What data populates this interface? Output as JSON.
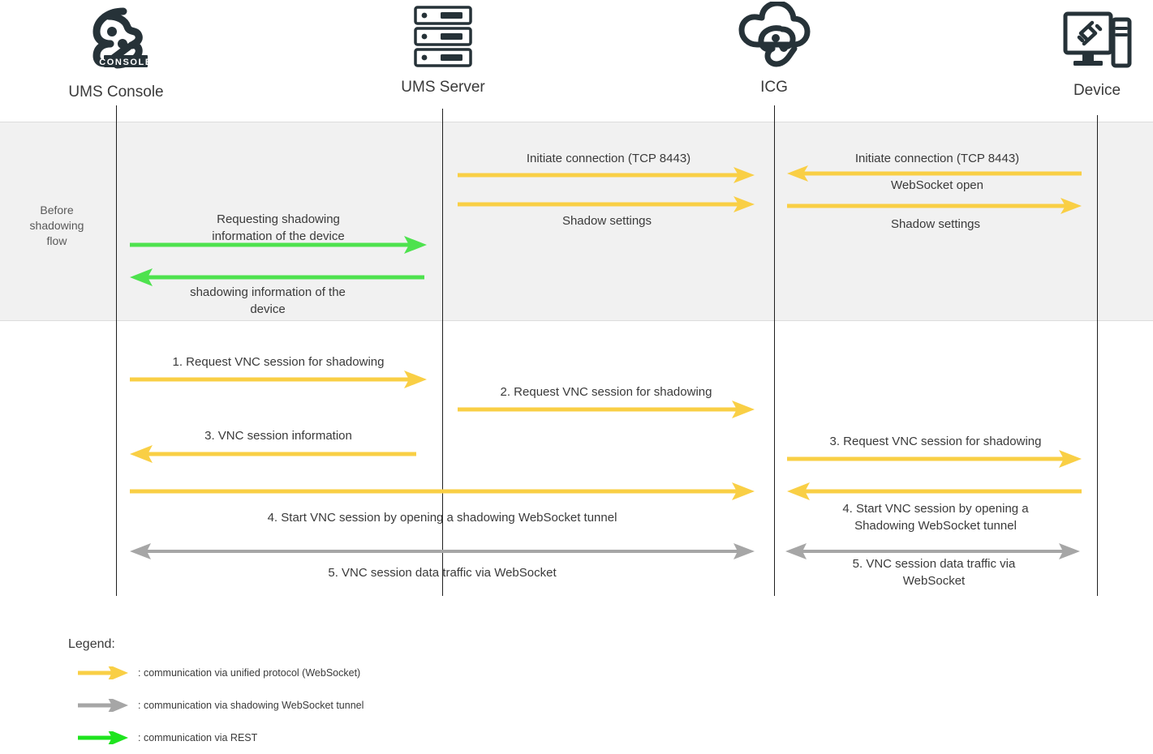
{
  "colors": {
    "unified_protocol": "#f9cf45",
    "shadowing_tunnel": "#a6a6a6",
    "rest": "#4ee24e",
    "lifeline": "#1f1f1f",
    "band_bg": "#f1f1f1",
    "icon": "#263238",
    "text": "#3a3a3a"
  },
  "actors": [
    {
      "id": "ums-console",
      "name": "UMS Console",
      "icon": "ums-console-logo-icon"
    },
    {
      "id": "ums-server",
      "name": "UMS Server",
      "icon": "server-rack-icon"
    },
    {
      "id": "icg",
      "name": "ICG",
      "icon": "cloud-gateway-icon"
    },
    {
      "id": "device",
      "name": "Device",
      "icon": "desktop-device-icon"
    }
  ],
  "bands": [
    {
      "id": "before-shadowing",
      "label": "Before\nshadowing\nflow"
    }
  ],
  "messages": [
    {
      "id": "m1",
      "label": "Initiate connection (TCP 8443)",
      "kind": "unified_protocol",
      "from": "ums-server",
      "to": "icg",
      "direction": "right"
    },
    {
      "id": "m2",
      "label": "Shadow settings",
      "kind": "unified_protocol",
      "from": "ums-server",
      "to": "icg",
      "direction": "right"
    },
    {
      "id": "m3",
      "label": "Initiate connection (TCP 8443)",
      "kind": "unified_protocol",
      "from": "device",
      "to": "icg",
      "direction": "left"
    },
    {
      "id": "m4",
      "label": "WebSocket open",
      "kind": "unified_protocol",
      "from": "icg",
      "to": "device",
      "direction": "right"
    },
    {
      "id": "m5",
      "label": "Shadow settings",
      "kind": "unified_protocol",
      "from": "icg",
      "to": "device",
      "direction": "right"
    },
    {
      "id": "m6",
      "label": "Requesting shadowing\ninformation of the device",
      "kind": "rest",
      "from": "ums-console",
      "to": "ums-server",
      "direction": "right"
    },
    {
      "id": "m7",
      "label": "shadowing information of the\ndevice",
      "kind": "rest",
      "from": "ums-server",
      "to": "ums-console",
      "direction": "left"
    },
    {
      "id": "m8",
      "label": "1.   Request VNC session for shadowing",
      "kind": "unified_protocol",
      "from": "ums-console",
      "to": "ums-server",
      "direction": "right"
    },
    {
      "id": "m9",
      "label": "2.   Request VNC session for shadowing",
      "kind": "unified_protocol",
      "from": "ums-server",
      "to": "icg",
      "direction": "right"
    },
    {
      "id": "m10",
      "label": "3.   VNC session information",
      "kind": "unified_protocol",
      "from": "ums-server",
      "to": "ums-console",
      "direction": "left"
    },
    {
      "id": "m11",
      "label": "3.   Request VNC session for shadowing",
      "kind": "unified_protocol",
      "from": "icg",
      "to": "device",
      "direction": "right"
    },
    {
      "id": "m12",
      "label": "4.   Start VNC session by opening a shadowing WebSocket tunnel",
      "kind": "unified_protocol",
      "from": "ums-console",
      "to": "icg",
      "direction": "right"
    },
    {
      "id": "m13",
      "label": "4.   Start VNC session by opening a\nShadowing WebSocket tunnel",
      "kind": "unified_protocol",
      "from": "device",
      "to": "icg",
      "direction": "left"
    },
    {
      "id": "m14",
      "label": "5.   VNC session data traffic via WebSocket",
      "kind": "shadowing_tunnel",
      "from": "ums-console",
      "to": "icg",
      "direction": "both"
    },
    {
      "id": "m15",
      "label": "5.   VNC session data traffic via\nWebSocket",
      "kind": "shadowing_tunnel",
      "from": "icg",
      "to": "device",
      "direction": "both"
    }
  ],
  "legend": {
    "title": "Legend:",
    "items": [
      {
        "id": "legend-unified",
        "kind": "unified_protocol",
        "text": ": communication via unified protocol (WebSocket)"
      },
      {
        "id": "legend-shadowing",
        "kind": "shadowing_tunnel",
        "text": ": communication via shadowing WebSocket tunnel"
      },
      {
        "id": "legend-rest",
        "kind": "rest",
        "text": ": communication via REST"
      }
    ]
  }
}
